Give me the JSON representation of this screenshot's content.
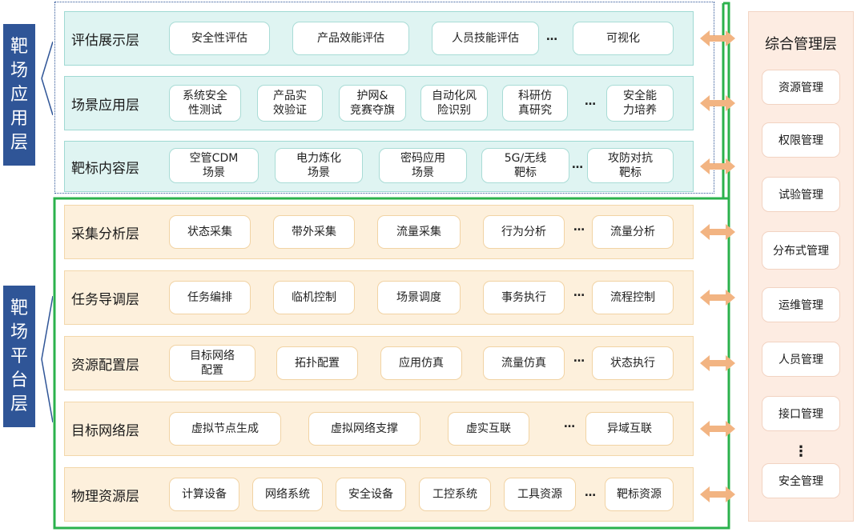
{
  "side_labels": {
    "app": "靶场应用层",
    "platform": "靶场平台层"
  },
  "app_layers": [
    {
      "title": "评估展示层",
      "items": [
        "安全性评估",
        "产品效能评估",
        "人员技能评估",
        "可视化"
      ]
    },
    {
      "title": "场景应用层",
      "items": [
        "系统安全\n性测试",
        "产品实\n效验证",
        "护网&\n竞赛夺旗",
        "自动化风\n险识别",
        "科研仿\n真研究",
        "安全能\n力培养"
      ]
    },
    {
      "title": "靶标内容层",
      "items": [
        "空管CDM\n场景",
        "电力炼化\n场景",
        "密码应用\n场景",
        "5G/无线\n靶标",
        "攻防对抗\n靶标"
      ]
    }
  ],
  "platform_layers": [
    {
      "title": "采集分析层",
      "items": [
        "状态采集",
        "带外采集",
        "流量采集",
        "行为分析",
        "流量分析"
      ]
    },
    {
      "title": "任务导调层",
      "items": [
        "任务编排",
        "临机控制",
        "场景调度",
        "事务执行",
        "流程控制"
      ]
    },
    {
      "title": "资源配置层",
      "items": [
        "目标网络\n配置",
        "拓扑配置",
        "应用仿真",
        "流量仿真",
        "状态执行"
      ]
    },
    {
      "title": "目标网络层",
      "items": [
        "虚拟节点生成",
        "虚拟网络支撑",
        "虚实互联",
        "异域互联"
      ]
    },
    {
      "title": "物理资源层",
      "items": [
        "计算设备",
        "网络系统",
        "安全设备",
        "工控系统",
        "工具资源",
        "靶标资源"
      ]
    }
  ],
  "ellipsis": "…",
  "right_panel": {
    "title": "综合管理层",
    "items": [
      "资源管理",
      "权限管理",
      "试验管理",
      "分布式管理",
      "运维管理",
      "人员管理",
      "接口管理",
      "安全管理"
    ],
    "vertical_ellipsis": "⋮"
  },
  "colors": {
    "side_label_bg": "#2f5597",
    "app_layer_bg": "#dff4f2",
    "platform_layer_bg": "#fdf0dc",
    "frame_green": "#2bb24c",
    "arrow": "#f2b482",
    "right_panel_bg": "#fdece2"
  }
}
